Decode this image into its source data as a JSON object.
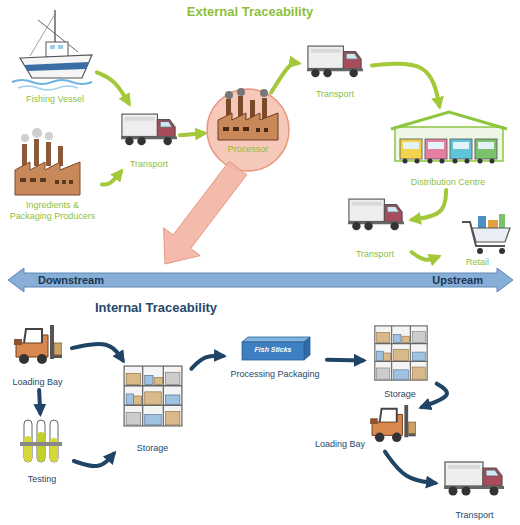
{
  "diagram": {
    "nodes": [
      {
        "text": [
          "Fishing Vessel"
        ]
      },
      {
        "text": [
          "Ingredients & Packaging Producers"
        ]
      },
      {
        "text": [
          "Transport"
        ]
      },
      {
        "text": [
          "Processor"
        ]
      },
      {
        "text": [
          "Transport"
        ]
      },
      {
        "text": [
          "Distribution Centre"
        ]
      },
      {
        "text": [
          "Transport"
        ]
      },
      {
        "text": [
          "Retail"
        ]
      },
      {
        "text": [
          "Downstream",
          "Upstream"
        ]
      },
      {
        "text": [
          "Loading Bay"
        ]
      },
      {
        "text": [
          "Testing"
        ]
      },
      {
        "text": [
          "Storage"
        ]
      },
      {
        "text": [
          "Processing Packaging"
        ]
      },
      {
        "text": [
          "Storage"
        ]
      },
      {
        "text": [
          "Loading Bay"
        ]
      },
      {
        "text": [
          "Transport"
        ]
      }
    ],
    "edges": [
      {
        "from": 0,
        "to": 2,
        "arrow": "to"
      },
      {
        "from": 1,
        "to": 2,
        "arrow": "to"
      },
      {
        "from": 2,
        "to": 3,
        "arrow": "to"
      },
      {
        "from": 3,
        "to": 4,
        "arrow": "to"
      },
      {
        "from": 4,
        "to": 5,
        "arrow": "to"
      },
      {
        "from": 5,
        "to": 6,
        "arrow": "to"
      },
      {
        "from": 6,
        "to": 7,
        "arrow": "to"
      },
      {
        "from": 9,
        "to": 11,
        "arrow": "to"
      },
      {
        "from": 9,
        "to": 10,
        "arrow": "to"
      },
      {
        "from": 10,
        "to": 11,
        "arrow": "to"
      },
      {
        "from": 11,
        "to": 12,
        "arrow": "to"
      },
      {
        "from": 12,
        "to": 13,
        "arrow": "to"
      },
      {
        "from": 13,
        "to": 14,
        "arrow": "to"
      },
      {
        "from": 14,
        "to": 15,
        "arrow": "to"
      }
    ],
    "labels": [
      "External Traceability",
      "Internal Traceability",
      "Fish Sticks"
    ]
  }
}
